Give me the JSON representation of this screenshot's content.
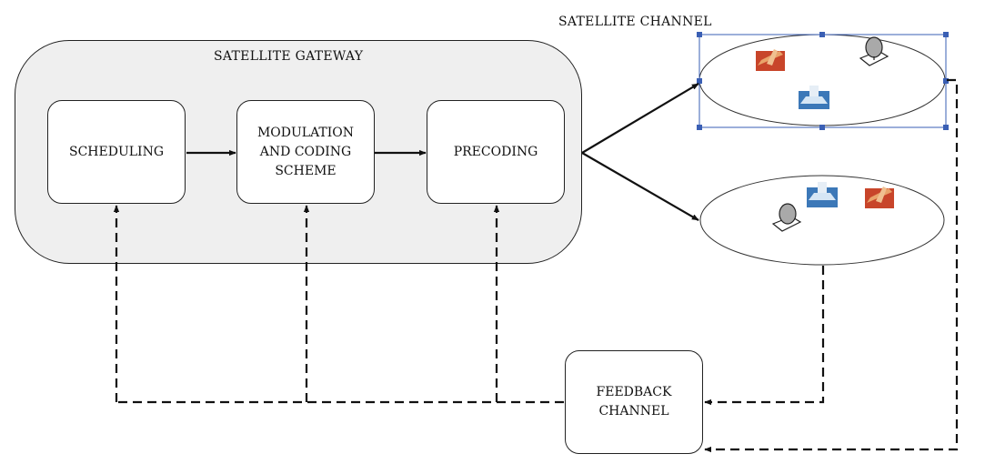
{
  "satellite_channel_label": "SATELLITE CHANNEL",
  "gateway": {
    "label": "SATELLITE GATEWAY",
    "blocks": {
      "scheduling": "SCHEDULING",
      "modulation": "MODULATION\nAND CODING\nSCHEME",
      "precoding": "PRECODING"
    }
  },
  "feedback": {
    "label": "FEEDBACK\nCHANNEL"
  },
  "icons": {
    "beam1": [
      "aircraft-icon",
      "satellite-dish-icon",
      "ship-icon"
    ],
    "beam2": [
      "ship-icon",
      "aircraft-icon",
      "satellite-dish-icon"
    ]
  }
}
